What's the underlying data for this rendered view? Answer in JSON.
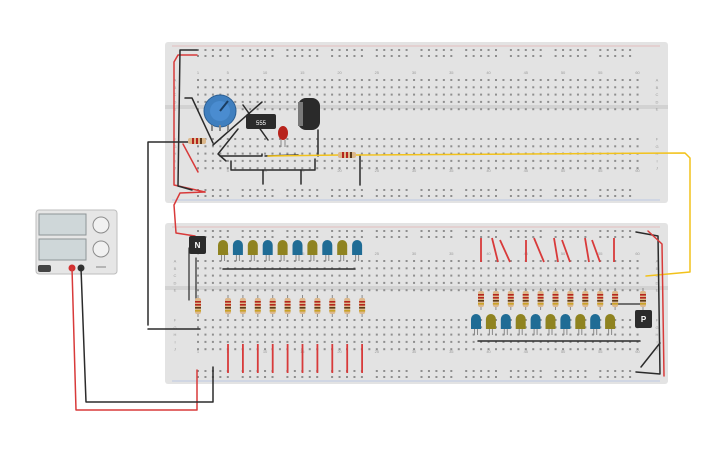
{
  "breadboard_top": {
    "column_numbers": [
      "1",
      "5",
      "10",
      "15",
      "20",
      "25",
      "30",
      "35",
      "40",
      "45",
      "50",
      "55",
      "60"
    ],
    "row_letters_upper": [
      "A",
      "B",
      "C",
      "D",
      "E"
    ],
    "row_letters_lower": [
      "F",
      "G",
      "H",
      "I",
      "J"
    ]
  },
  "breadboard_bottom": {
    "column_numbers": [
      "1",
      "5",
      "10",
      "15",
      "20",
      "25",
      "30",
      "35",
      "40",
      "45",
      "50",
      "55",
      "60"
    ],
    "row_letters_upper": [
      "A",
      "B",
      "C",
      "D",
      "E"
    ],
    "row_letters_lower": [
      "F",
      "G",
      "H",
      "I",
      "J"
    ]
  },
  "components": {
    "timer_chip_label": "555",
    "npn_transistor_label": "N",
    "pnp_transistor_label": "P"
  },
  "colors": {
    "board": "#e3e3e3",
    "rail_red": "#d83a3a",
    "rail_black": "#2b2b2b",
    "wire_yellow": "#f2c21b",
    "led_olive": "#8f8320",
    "led_blue": "#1f6c95",
    "potentiometer": "#3f7fbf",
    "capacitor": "#2a2a2a",
    "red_led": "#b8231c"
  }
}
